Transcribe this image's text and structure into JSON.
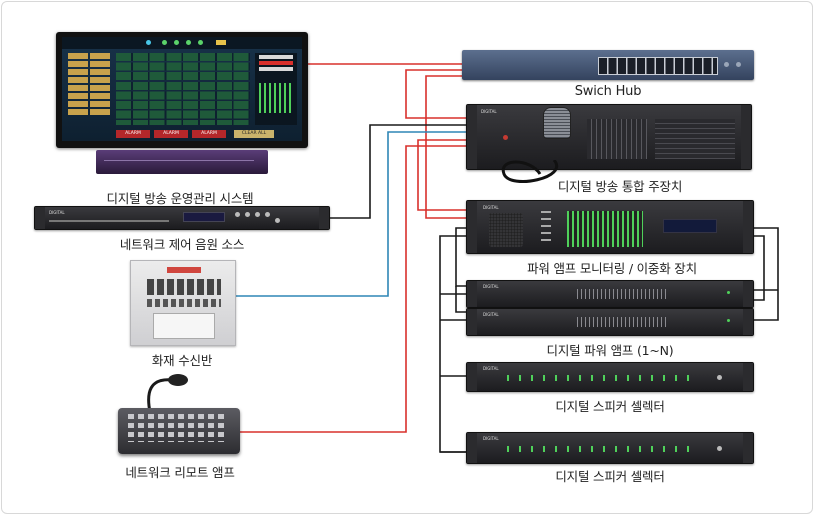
{
  "labels": {
    "switch_hub": "Swich Hub",
    "broadcast_mgmt": "디지털 방송 운영관리 시스템",
    "integrated_main": "디지털 방송 통합 주장치",
    "network_source": "네트워크 제어 음원 소스",
    "amp_monitor": "파워 앰프 모니터링 / 이중화 장치",
    "fire_panel": "화재 수신반",
    "digital_amp": "디지털 파워 앰프 (1~N)",
    "speaker_selector_1": "디지털 스피커 셀렉터",
    "speaker_selector_2": "디지털 스피커 셀렉터",
    "remote_amp": "네트워크 리모트 앰프"
  },
  "monitor_screen": {
    "alarm_1": "ALARM",
    "alarm_2": "ALARM",
    "alarm_3": "ALARM",
    "clear": "CLEAR ALL"
  },
  "colors": {
    "red_line": "#d9302c",
    "blue_line": "#2f86b6",
    "black_line": "#1a1a1a"
  }
}
